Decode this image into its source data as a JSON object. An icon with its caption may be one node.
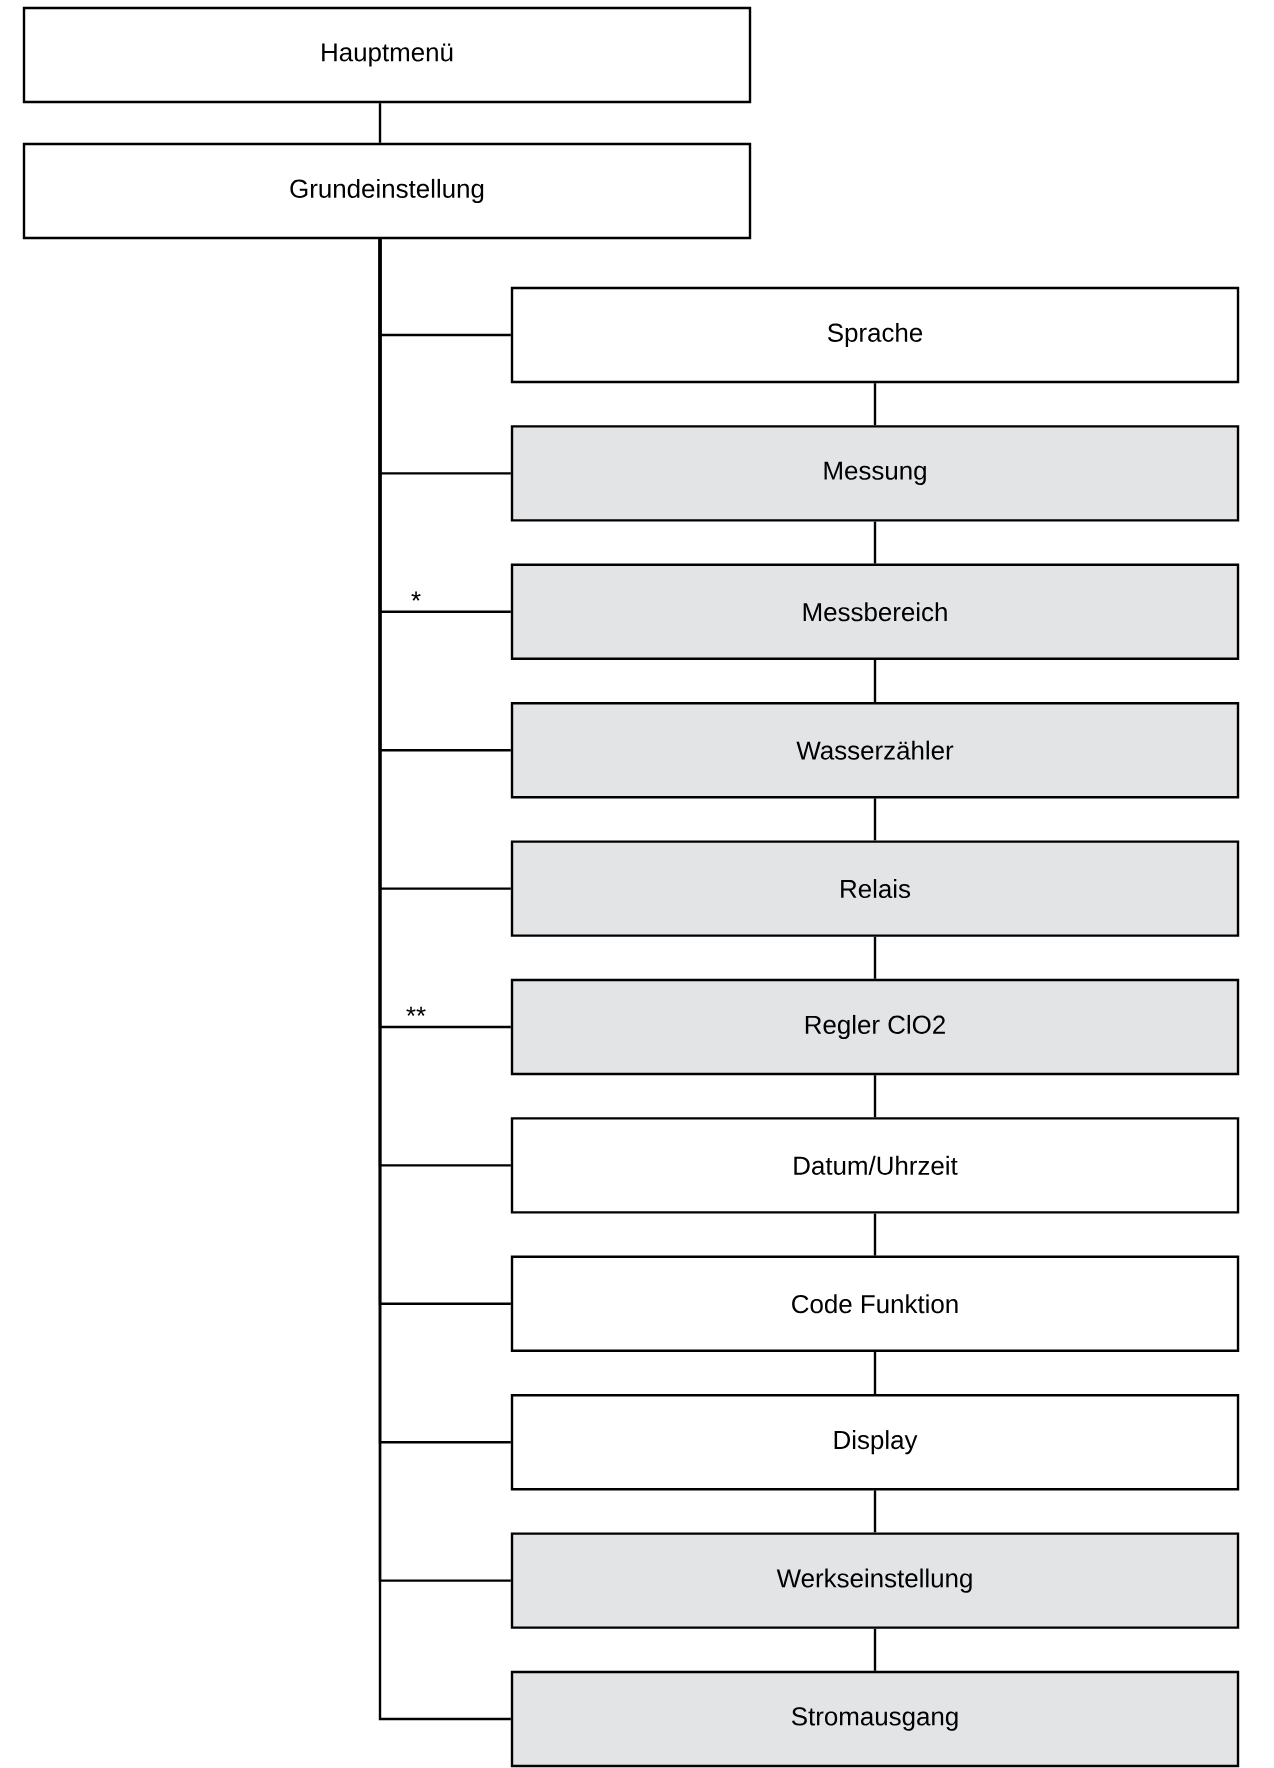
{
  "diagram": {
    "nodes": [
      {
        "text": [
          "Hauptmenü"
        ]
      },
      {
        "text": [
          "Grundeinstellung"
        ]
      },
      {
        "text": [
          "Sprache"
        ]
      },
      {
        "text": [
          "Messung"
        ]
      },
      {
        "text": [
          "Messbereich"
        ]
      },
      {
        "text": [
          "Wasserzähler"
        ]
      },
      {
        "text": [
          "Relais"
        ]
      },
      {
        "text": [
          "Regler ClO2"
        ]
      },
      {
        "text": [
          "Datum/Uhrzeit"
        ]
      },
      {
        "text": [
          "Code Funktion"
        ]
      },
      {
        "text": [
          "Display"
        ]
      },
      {
        "text": [
          "Werkseinstellung"
        ]
      },
      {
        "text": [
          "Stromausgang"
        ]
      }
    ],
    "edges": [
      {
        "from": 0,
        "to": 1,
        "arrow": "none"
      },
      {
        "from": 1,
        "to": 2,
        "arrow": "none"
      },
      {
        "from": 1,
        "to": 3,
        "arrow": "none"
      },
      {
        "from": 1,
        "to": 4,
        "arrow": "none",
        "label": "*"
      },
      {
        "from": 1,
        "to": 5,
        "arrow": "none"
      },
      {
        "from": 1,
        "to": 6,
        "arrow": "none"
      },
      {
        "from": 1,
        "to": 7,
        "arrow": "none",
        "label": "**"
      },
      {
        "from": 1,
        "to": 8,
        "arrow": "none"
      },
      {
        "from": 1,
        "to": 9,
        "arrow": "none"
      },
      {
        "from": 1,
        "to": 10,
        "arrow": "none"
      },
      {
        "from": 1,
        "to": 11,
        "arrow": "none"
      },
      {
        "from": 1,
        "to": 12,
        "arrow": "none"
      },
      {
        "from": 2,
        "to": 3,
        "arrow": "none"
      },
      {
        "from": 3,
        "to": 4,
        "arrow": "none"
      },
      {
        "from": 4,
        "to": 5,
        "arrow": "none"
      },
      {
        "from": 5,
        "to": 6,
        "arrow": "none"
      },
      {
        "from": 6,
        "to": 7,
        "arrow": "none"
      },
      {
        "from": 7,
        "to": 8,
        "arrow": "none"
      },
      {
        "from": 8,
        "to": 9,
        "arrow": "none"
      },
      {
        "from": 9,
        "to": 10,
        "arrow": "none"
      },
      {
        "from": 10,
        "to": 11,
        "arrow": "none"
      },
      {
        "from": 11,
        "to": 12,
        "arrow": "none"
      }
    ]
  }
}
